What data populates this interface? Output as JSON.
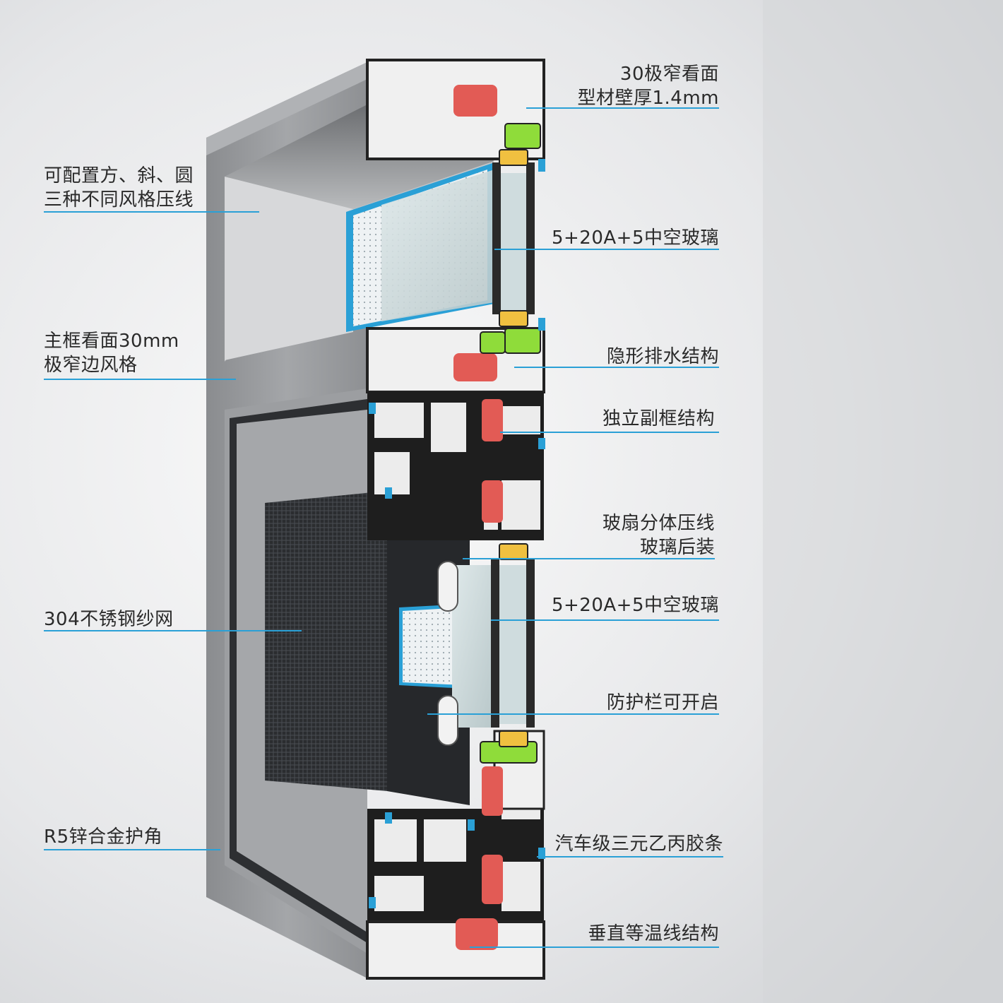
{
  "labels_left": [
    {
      "id": "press-line",
      "lines": [
        "可配置方、斜、圆",
        "三种不同风格压线"
      ]
    },
    {
      "id": "main-frame",
      "lines": [
        "主框看面30mm",
        "极窄边风格"
      ]
    },
    {
      "id": "screen",
      "lines": [
        "304不锈钢纱网"
      ]
    },
    {
      "id": "corner",
      "lines": [
        "R5锌合金护角"
      ]
    }
  ],
  "labels_right": [
    {
      "id": "narrow-face",
      "lines": [
        "30极窄看面",
        "型材壁厚1.4mm"
      ]
    },
    {
      "id": "glass-top",
      "lines": [
        "5+20A+5中空玻璃"
      ]
    },
    {
      "id": "drainage",
      "lines": [
        "隐形排水结构"
      ]
    },
    {
      "id": "subframe",
      "lines": [
        "独立副框结构"
      ]
    },
    {
      "id": "sash-bead",
      "lines": [
        "玻扇分体压线",
        "玻璃后装"
      ]
    },
    {
      "id": "glass-bottom",
      "lines": [
        "5+20A+5中空玻璃"
      ]
    },
    {
      "id": "guard",
      "lines": [
        "防护栏可开启"
      ]
    },
    {
      "id": "epdm",
      "lines": [
        "汽车级三元乙丙胶条"
      ]
    },
    {
      "id": "isotherm",
      "lines": [
        "垂直等温线结构"
      ]
    }
  ],
  "colors": {
    "leader": "#2aa0d6",
    "frame": "#9a9a9a",
    "dark": "#222222",
    "red": "#e25b55",
    "green": "#8fdc3a",
    "yellow": "#f0c040",
    "blue": "#2aa0d6"
  }
}
